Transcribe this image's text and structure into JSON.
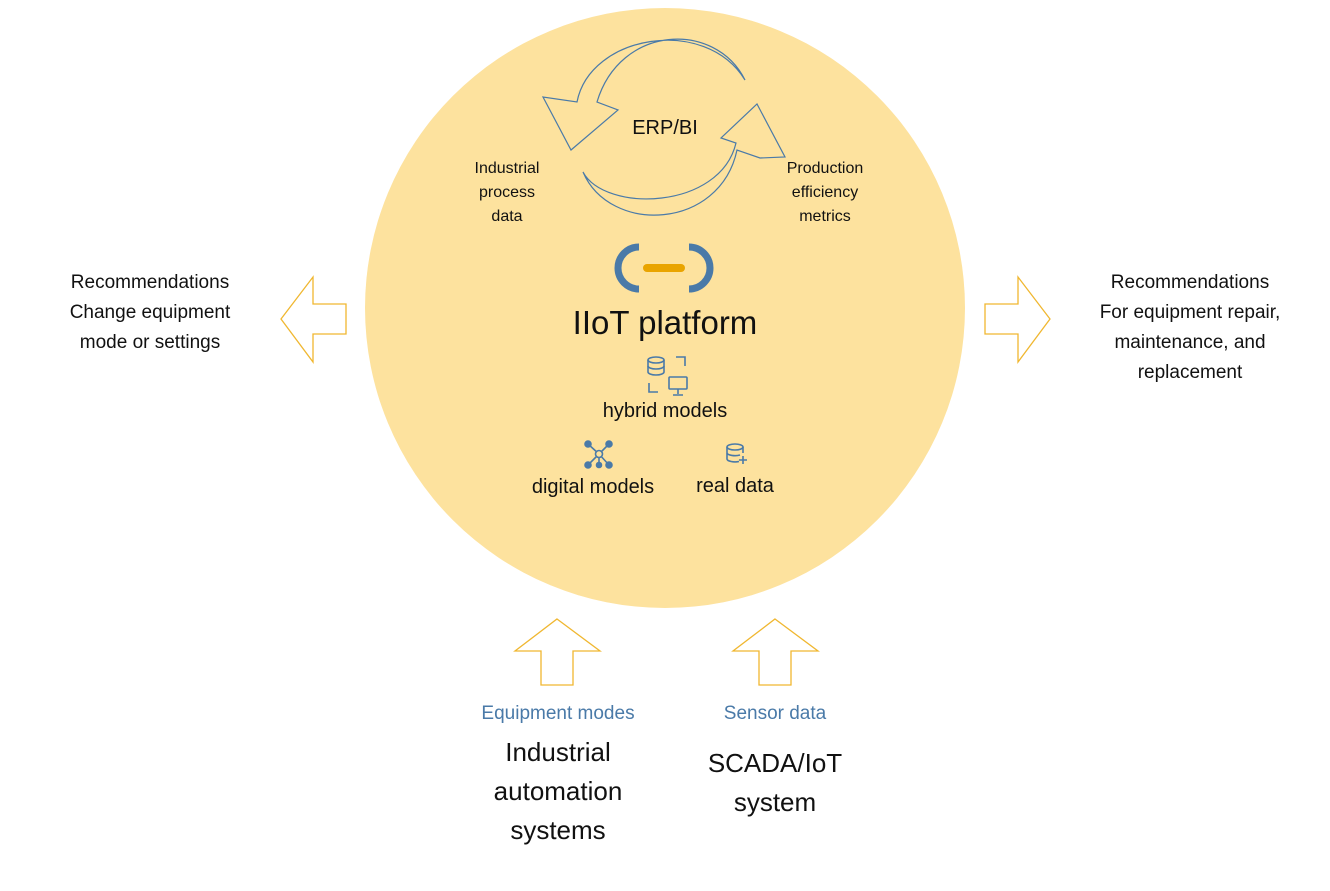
{
  "colors": {
    "circle_fill": "#fde29e",
    "arrow_stroke": "#f0b730",
    "icon_blue": "#4a7aa8",
    "link_bar": "#e9a400",
    "label_blue": "#4a7aa8"
  },
  "cycle": {
    "center_label": "ERP/BI",
    "left_label": [
      "Industrial",
      "process",
      "data"
    ],
    "right_label": [
      "Production",
      "efficiency",
      "metrics"
    ]
  },
  "platform": {
    "logo_icon": "chain-link-icon",
    "title": "IIoT platform",
    "hybrid": {
      "icon": "database-monitor-icon",
      "label": "hybrid models"
    },
    "digital": {
      "icon": "network-nodes-icon",
      "label": "digital models"
    },
    "real": {
      "icon": "database-plus-icon",
      "label": "real data"
    }
  },
  "left_output": {
    "lines": [
      "Recommendations",
      "Change equipment",
      "mode or settings"
    ]
  },
  "right_output": {
    "lines": [
      "Recommendations",
      "For equipment repair,",
      "maintenance, and",
      "replacement"
    ]
  },
  "inputs": {
    "left": {
      "caption": "Equipment modes",
      "source": [
        "Industrial",
        "automation",
        "systems"
      ]
    },
    "right": {
      "caption": "Sensor data",
      "source": [
        "SCADA/IoT",
        "system"
      ]
    }
  }
}
